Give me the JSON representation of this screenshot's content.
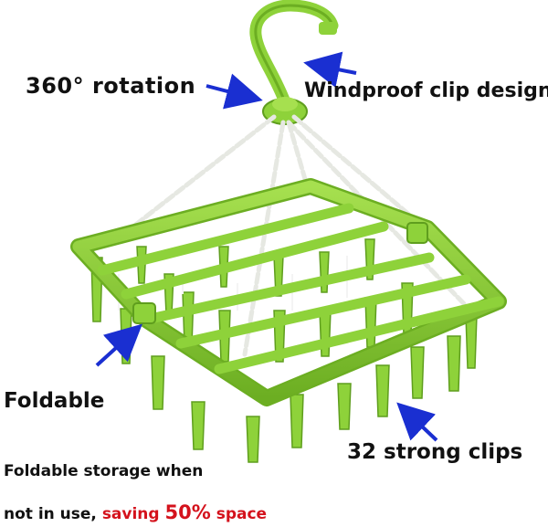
{
  "callouts": {
    "rotation": "360° rotation",
    "windproof": "Windproof clip design",
    "foldable": "Foldable",
    "clips": "32 strong clips"
  },
  "storage": {
    "line1": "Foldable storage when",
    "line2_prefix": "not in use, ",
    "saving": "saving ",
    "percent": "50%",
    "space": " space"
  },
  "colors": {
    "frame": "#8ed23a",
    "frame_dark": "#5f9e1e",
    "chain": "#eef0ec",
    "arrow": "#1a2fd1",
    "text": "#111111",
    "accent_red": "#d4121c"
  },
  "icons": [
    "hook-icon",
    "swivel-icon",
    "arrow-icon"
  ]
}
